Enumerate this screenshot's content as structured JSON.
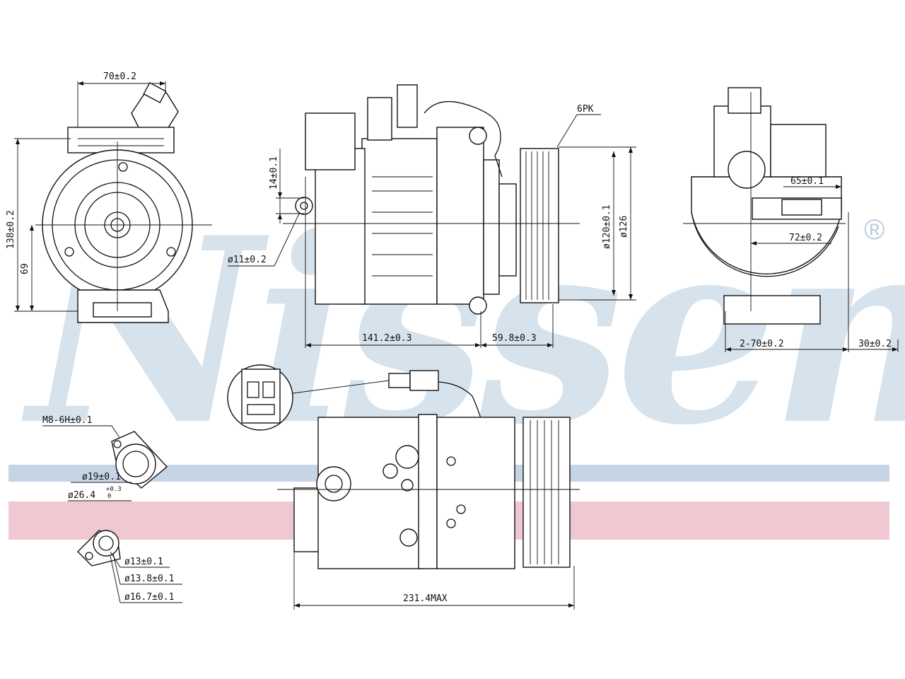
{
  "watermark": {
    "brand": "Nissens",
    "registered": "®",
    "color": "#c9d9e6"
  },
  "stripes": {
    "blue": "#c6d5e6",
    "red": "#f0c8d2"
  },
  "dimensions": {
    "front_width": "70±0.2",
    "front_height": "138±0.2",
    "front_center": "69",
    "side_14": "14±0.1",
    "side_hole": "ø11±0.2",
    "side_body": "141.2±0.3",
    "side_pulley": "59.8±0.3",
    "belt": "6PK",
    "pulley_dia": "ø120±0.1",
    "pulley_outer": "ø126",
    "rear_65": "65±0.1",
    "rear_72": "72±0.2",
    "rear_mount": "2-70±0.2",
    "rear_30": "30±0.2",
    "thread": "M8-6H±0.1",
    "port_19": "ø19±0.1",
    "port_264": "ø26.4",
    "port_264_tol_upper": "+0.3",
    "port_264_tol_lower": "0",
    "port_13": "ø13±0.1",
    "port_138": "ø13.8±0.1",
    "port_167": "ø16.7±0.1",
    "total_length": "231.4MAX"
  }
}
